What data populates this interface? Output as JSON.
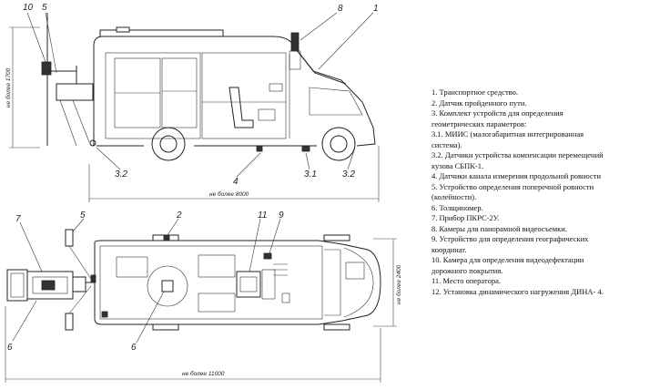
{
  "callouts": {
    "c10": "10",
    "c5_top": "5",
    "c8": "8",
    "c1": "1",
    "c3_2_left": "3.2",
    "c4": "4",
    "c3_1": "3.1",
    "c3_2_right": "3.2",
    "c7": "7",
    "c5_bottom": "5",
    "c2": "2",
    "c11": "11",
    "c9": "9",
    "c6_left": "6",
    "c6_mid": "6"
  },
  "dimensions": {
    "height_side": "не более 1700",
    "length_side": "не более 8000",
    "width_top": "не более 2400",
    "length_top": "не более 11000"
  },
  "legend": [
    "1. Транспортное средство.",
    "2. Датчик пройденного пути.",
    "3. Комплект устройств для определения",
    "геометрических параметров:",
    "3.1. МИИС (малогабаритная интегрированная",
    "система).",
    "3.2. Датчики устройства компенсации перемещений",
    "кузова СБПК-1.",
    "4. Датчики канала измерения продольной ровности",
    "5. Устройство определения поперечной ровности",
    "(колейности).",
    "6. Толщиномер.",
    "7. Прибор ПКРС-2У.",
    "8. Камеры для панорамной видеосъемки.",
    "9. Устройство для определения географических",
    "координат.",
    "10. Камера для определения видеодефектации",
    "дорожного покрытия.",
    "11. Место оператора.",
    "12. Установка динамического нагружения ДИНА- 4."
  ]
}
